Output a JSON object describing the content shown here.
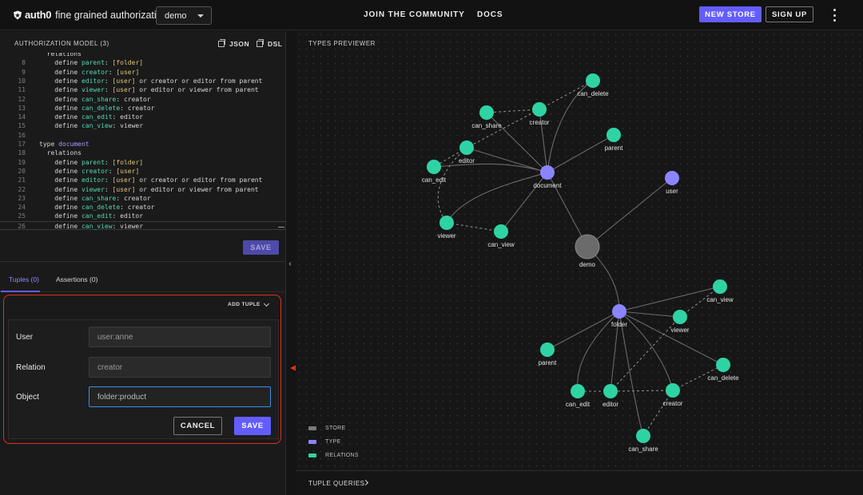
{
  "header": {
    "brand": "auth0",
    "product": "fine grained authorization",
    "store_selected": "demo",
    "nav_community": "JOIN  THE COMMUNITY",
    "nav_docs": "DOCS",
    "new_store_label": "NEW STORE",
    "sign_up_label": "SIGN UP"
  },
  "model_panel": {
    "title": "AUTHORIZATION MODEL (3)",
    "json_label": "JSON",
    "dsl_label": "DSL",
    "save_label": "SAVE",
    "code_lines": [
      {
        "n": "",
        "text": "  relations"
      },
      {
        "n": "8",
        "text": "    define parent: [folder]"
      },
      {
        "n": "9",
        "text": "    define creator: [user]"
      },
      {
        "n": "10",
        "text": "    define editor: [user] or creator or editor from parent"
      },
      {
        "n": "11",
        "text": "    define viewer: [user] or editor or viewer from parent"
      },
      {
        "n": "12",
        "text": "    define can_share: creator"
      },
      {
        "n": "13",
        "text": "    define can_delete: creator"
      },
      {
        "n": "14",
        "text": "    define can_edit: editor"
      },
      {
        "n": "15",
        "text": "    define can_view: viewer"
      },
      {
        "n": "16",
        "text": ""
      },
      {
        "n": "17",
        "text": "type document"
      },
      {
        "n": "18",
        "text": "  relations"
      },
      {
        "n": "19",
        "text": "    define parent: [folder]"
      },
      {
        "n": "20",
        "text": "    define creator: [user]"
      },
      {
        "n": "21",
        "text": "    define editor: [user] or creator or editor from parent"
      },
      {
        "n": "22",
        "text": "    define viewer: [user] or editor or viewer from parent"
      },
      {
        "n": "23",
        "text": "    define can_share: creator"
      },
      {
        "n": "24",
        "text": "    define can_delete: creator"
      },
      {
        "n": "25",
        "text": "    define can_edit: editor"
      },
      {
        "n": "26",
        "text": "    define can_view: viewer"
      }
    ]
  },
  "tabs": [
    {
      "label": "Tuples (0)",
      "active": true
    },
    {
      "label": "Assertions (0)",
      "active": false
    }
  ],
  "tuple_form": {
    "add_tuple_label": "ADD TUPLE",
    "fields": [
      {
        "label": "User",
        "value": "user:anne"
      },
      {
        "label": "Relation",
        "value": "creator"
      },
      {
        "label": "Object",
        "value": "folder:product"
      }
    ],
    "cancel_label": "CANCEL",
    "save_label": "SAVE"
  },
  "previewer": {
    "title": "TYPES PREVIEWER",
    "legend": [
      {
        "label": "STORE",
        "color": "#7a7a7a"
      },
      {
        "label": "TYPE",
        "color": "#8b84ff"
      },
      {
        "label": "RELATIONS",
        "color": "#2fd3a3"
      }
    ],
    "tuple_queries_label": "TUPLE QUERIES",
    "colors": {
      "store": "#6b6b6b",
      "type": "#8b84ff",
      "relation": "#2fd3a3"
    },
    "nodes": [
      {
        "id": "demo",
        "kind": "store",
        "label": "demo"
      },
      {
        "id": "document",
        "kind": "type",
        "label": "document"
      },
      {
        "id": "user",
        "kind": "type",
        "label": "user"
      },
      {
        "id": "folder",
        "kind": "type",
        "label": "folder"
      },
      {
        "id": "d_can_delete",
        "kind": "relation",
        "label": "can_delete"
      },
      {
        "id": "d_creator",
        "kind": "relation",
        "label": "creator"
      },
      {
        "id": "d_can_share",
        "kind": "relation",
        "label": "can_share"
      },
      {
        "id": "d_parent",
        "kind": "relation",
        "label": "parent"
      },
      {
        "id": "d_editor",
        "kind": "relation",
        "label": "editor"
      },
      {
        "id": "d_can_edit",
        "kind": "relation",
        "label": "can_edit"
      },
      {
        "id": "d_viewer",
        "kind": "relation",
        "label": "viewer"
      },
      {
        "id": "d_can_view",
        "kind": "relation",
        "label": "can_view"
      },
      {
        "id": "f_can_view",
        "kind": "relation",
        "label": "can_view"
      },
      {
        "id": "f_viewer",
        "kind": "relation",
        "label": "viewer"
      },
      {
        "id": "f_parent",
        "kind": "relation",
        "label": "parent"
      },
      {
        "id": "f_can_delete",
        "kind": "relation",
        "label": "can_delete"
      },
      {
        "id": "f_can_edit",
        "kind": "relation",
        "label": "can_edit"
      },
      {
        "id": "f_editor",
        "kind": "relation",
        "label": "editor"
      },
      {
        "id": "f_creator",
        "kind": "relation",
        "label": "creator"
      },
      {
        "id": "f_can_share",
        "kind": "relation",
        "label": "can_share"
      }
    ],
    "edges": [
      {
        "from": "demo",
        "to": "document",
        "style": "solid"
      },
      {
        "from": "demo",
        "to": "user",
        "style": "solid"
      },
      {
        "from": "demo",
        "to": "folder",
        "style": "solid"
      },
      {
        "from": "document",
        "to": "d_can_delete",
        "style": "solid"
      },
      {
        "from": "document",
        "to": "d_creator",
        "style": "solid"
      },
      {
        "from": "document",
        "to": "d_can_share",
        "style": "solid"
      },
      {
        "from": "document",
        "to": "d_parent",
        "style": "solid"
      },
      {
        "from": "document",
        "to": "d_editor",
        "style": "solid"
      },
      {
        "from": "document",
        "to": "d_can_edit",
        "style": "solid"
      },
      {
        "from": "document",
        "to": "d_viewer",
        "style": "solid"
      },
      {
        "from": "document",
        "to": "d_can_view",
        "style": "solid"
      },
      {
        "from": "d_creator",
        "to": "d_can_delete",
        "style": "dashed"
      },
      {
        "from": "d_creator",
        "to": "d_can_share",
        "style": "dashed"
      },
      {
        "from": "d_creator",
        "to": "d_editor",
        "style": "dashed"
      },
      {
        "from": "d_editor",
        "to": "d_can_edit",
        "style": "dashed"
      },
      {
        "from": "d_editor",
        "to": "d_viewer",
        "style": "dashed"
      },
      {
        "from": "d_viewer",
        "to": "d_can_view",
        "style": "dashed"
      },
      {
        "from": "folder",
        "to": "f_can_view",
        "style": "solid"
      },
      {
        "from": "folder",
        "to": "f_viewer",
        "style": "solid"
      },
      {
        "from": "folder",
        "to": "f_parent",
        "style": "solid"
      },
      {
        "from": "folder",
        "to": "f_can_delete",
        "style": "solid"
      },
      {
        "from": "folder",
        "to": "f_can_edit",
        "style": "solid"
      },
      {
        "from": "folder",
        "to": "f_editor",
        "style": "solid"
      },
      {
        "from": "folder",
        "to": "f_creator",
        "style": "solid"
      },
      {
        "from": "folder",
        "to": "f_can_share",
        "style": "solid"
      },
      {
        "from": "f_viewer",
        "to": "f_can_view",
        "style": "dashed"
      },
      {
        "from": "f_editor",
        "to": "f_viewer",
        "style": "dashed"
      },
      {
        "from": "f_editor",
        "to": "f_can_edit",
        "style": "dashed"
      },
      {
        "from": "f_creator",
        "to": "f_editor",
        "style": "dashed"
      },
      {
        "from": "f_creator",
        "to": "f_can_delete",
        "style": "dashed"
      },
      {
        "from": "f_creator",
        "to": "f_can_share",
        "style": "dashed"
      }
    ]
  }
}
